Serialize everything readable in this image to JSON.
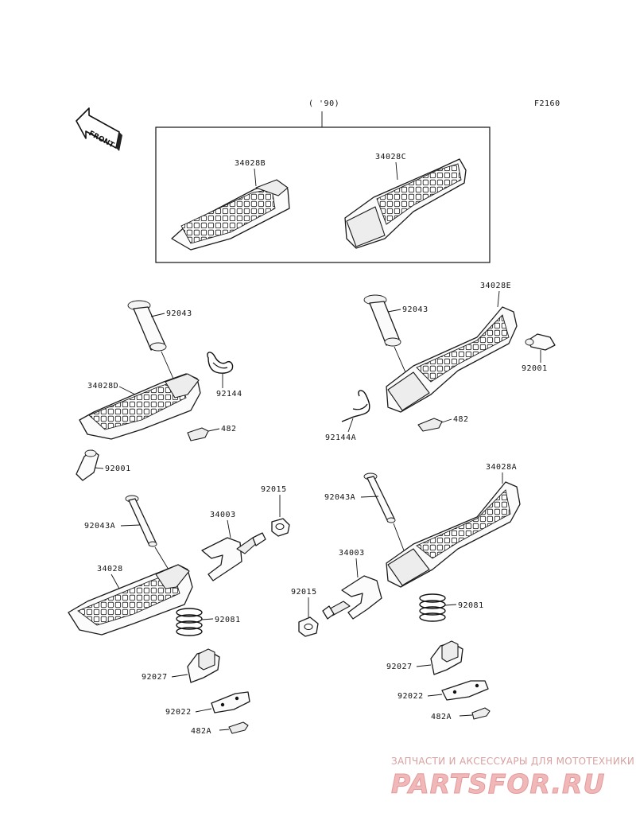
{
  "diagram_code": "F2160",
  "option_label": "( '90)",
  "front_label": "FRONT",
  "parts": {
    "p34028B": "34028B",
    "p34028C": "34028C",
    "p34028E": "34028E",
    "p34028D": "34028D",
    "p34028A": "34028A",
    "p34028": "34028",
    "p92043_left": "92043",
    "p92043_right": "92043",
    "p92043A_left": "92043A",
    "p92043A_right": "92043A",
    "p92144": "92144",
    "p92144A": "92144A",
    "p482_left": "482",
    "p482_right": "482",
    "p482A_left": "482A",
    "p482A_right": "482A",
    "p92001_left": "92001",
    "p92001_right": "92001",
    "p92015_left": "92015",
    "p92015_right": "92015",
    "p34003_left": "34003",
    "p34003_right": "34003",
    "p92081_left": "92081",
    "p92081_right": "92081",
    "p92027_left": "92027",
    "p92027_right": "92027",
    "p92022_left": "92022",
    "p92022_right": "92022"
  },
  "watermark": {
    "tagline": "ЗАПЧАСТИ И АКСЕССУАРЫ ДЛЯ МОТОТЕХНИКИ",
    "logo": "PARTSFOR.RU"
  }
}
